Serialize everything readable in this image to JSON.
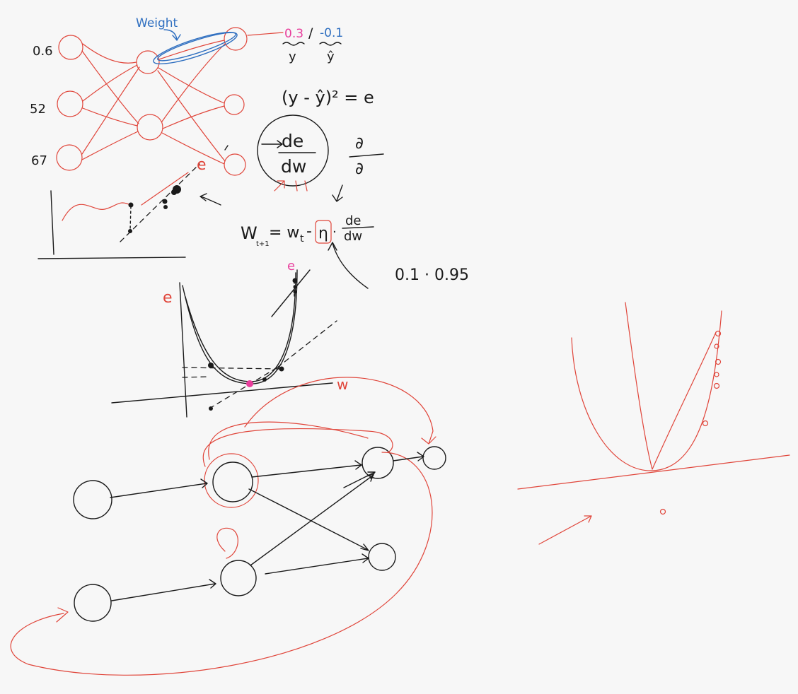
{
  "labels": {
    "input_1": "0.6",
    "input_2": "52",
    "input_3": "67",
    "weight_note": "Weight",
    "pred_y": "0.3",
    "pred_y_hat": "-0.1",
    "y_sym": "y",
    "y_hat_sym": "ŷ",
    "error_formula": "(y - ŷ)² = e",
    "derivative_num": "de",
    "derivative_den": "dw",
    "partial_num": "∂",
    "partial_den": "∂",
    "update_lhs": "W",
    "update_lhs_sub": "t+1",
    "update_eq": "= w",
    "update_rhs_sub": "t",
    "update_minus": "-",
    "learning_rate": "η",
    "update_dot": "·",
    "lr_value": "0.1 · 0.95",
    "axis_e_small": "e",
    "axis_e_left": "e",
    "axis_e_top": "e",
    "axis_w": "w"
  },
  "colors": {
    "ink": "#1a1a1a",
    "red": "#e0453a",
    "blue": "#2f6fc0",
    "pink": "#e83e9c",
    "paper": "#f7f7f7"
  }
}
